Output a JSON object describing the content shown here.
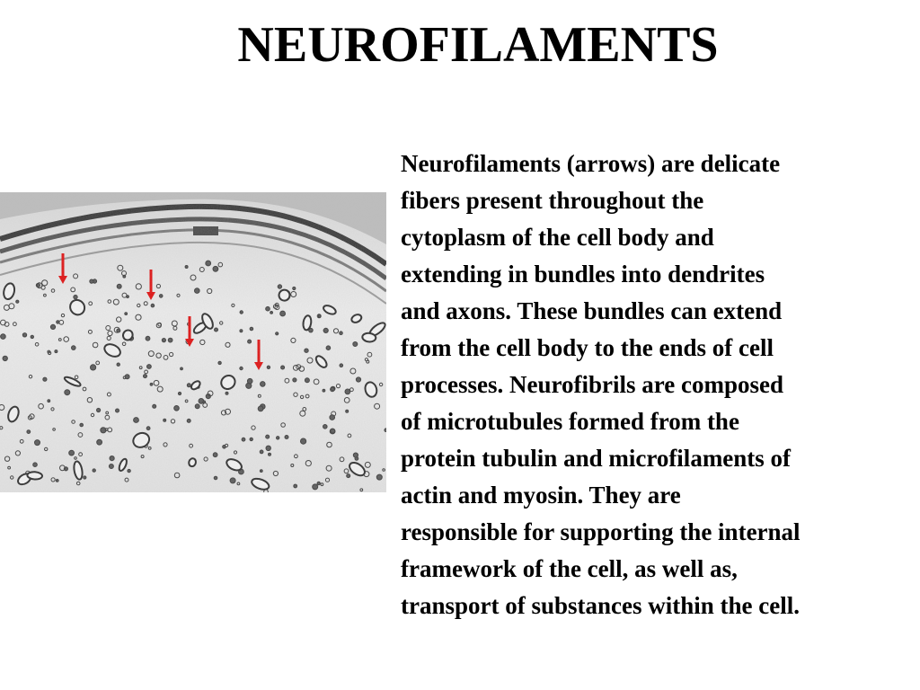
{
  "slide": {
    "title": "NEUROFILAMENTS",
    "body": "Neurofilaments (arrows) are delicate\nfibers present throughout the\ncytoplasm of the cell body and\nextending in bundles into dendrites\nand axons.  These bundles can extend\nfrom the cell body to the ends of cell\nprocesses.  Neurofibrils are composed\nof microtubules formed from the\nprotein tubulin and microfilaments of\nactin and myosin.  They are\nresponsible for supporting the internal\nframework of the cell, as well as,\ntransport of substances within the cell."
  },
  "micrograph": {
    "arrow_color": "#e01010",
    "arrow_count": 4
  }
}
